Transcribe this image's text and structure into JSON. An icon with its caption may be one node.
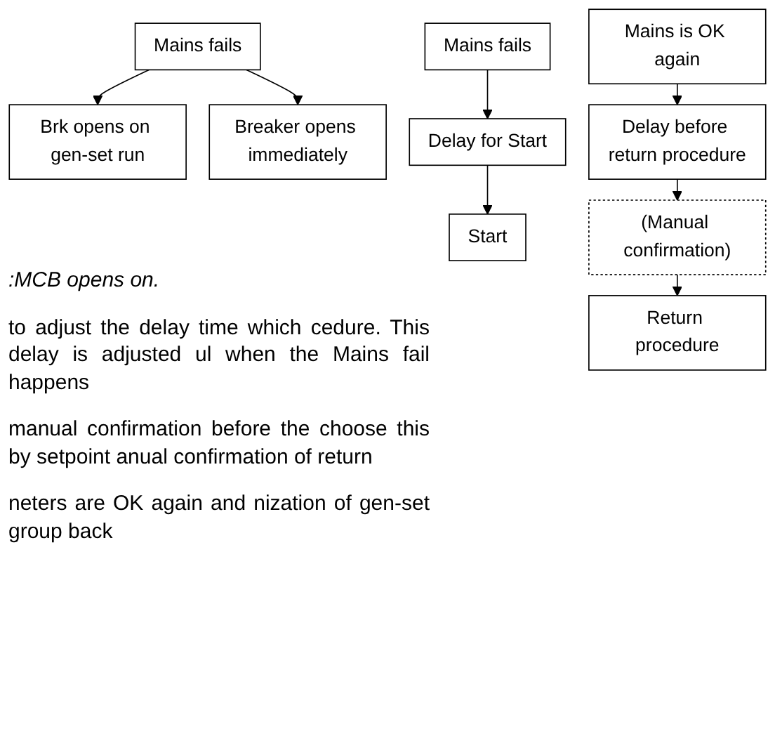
{
  "diagram": {
    "nodes": [
      {
        "text": [
          "Mains fails"
        ]
      },
      {
        "text": [
          "Brk opens on gen-set run"
        ]
      },
      {
        "text": [
          "Breaker opens immediately"
        ]
      },
      {
        "text": [
          "Mains fails"
        ]
      },
      {
        "text": [
          "Delay for Start"
        ]
      },
      {
        "text": [
          "Start"
        ]
      },
      {
        "text": [
          "Mains is OK again"
        ]
      },
      {
        "text": [
          "Delay before return procedure"
        ]
      },
      {
        "text": [
          "(Manual confirmation)"
        ]
      },
      {
        "text": [
          "Return procedure"
        ]
      }
    ],
    "edges": [
      {
        "from": 0,
        "to": 1,
        "arrow": "to"
      },
      {
        "from": 0,
        "to": 2,
        "arrow": "to"
      },
      {
        "from": 3,
        "to": 4,
        "arrow": "to"
      },
      {
        "from": 4,
        "to": 5,
        "arrow": "to"
      },
      {
        "from": 6,
        "to": 7,
        "arrow": "to"
      },
      {
        "from": 7,
        "to": 8,
        "arrow": "to"
      },
      {
        "from": 8,
        "to": 9,
        "arrow": "to"
      }
    ],
    "labels": [
      ":MCB opens on.",
      "to adjust the delay time which cedure. This delay is adjusted ul when the Mains fail happens",
      "manual confirmation before the choose this by setpoint anual confirmation of return",
      "neters are OK again and nization of gen-set group back"
    ]
  }
}
